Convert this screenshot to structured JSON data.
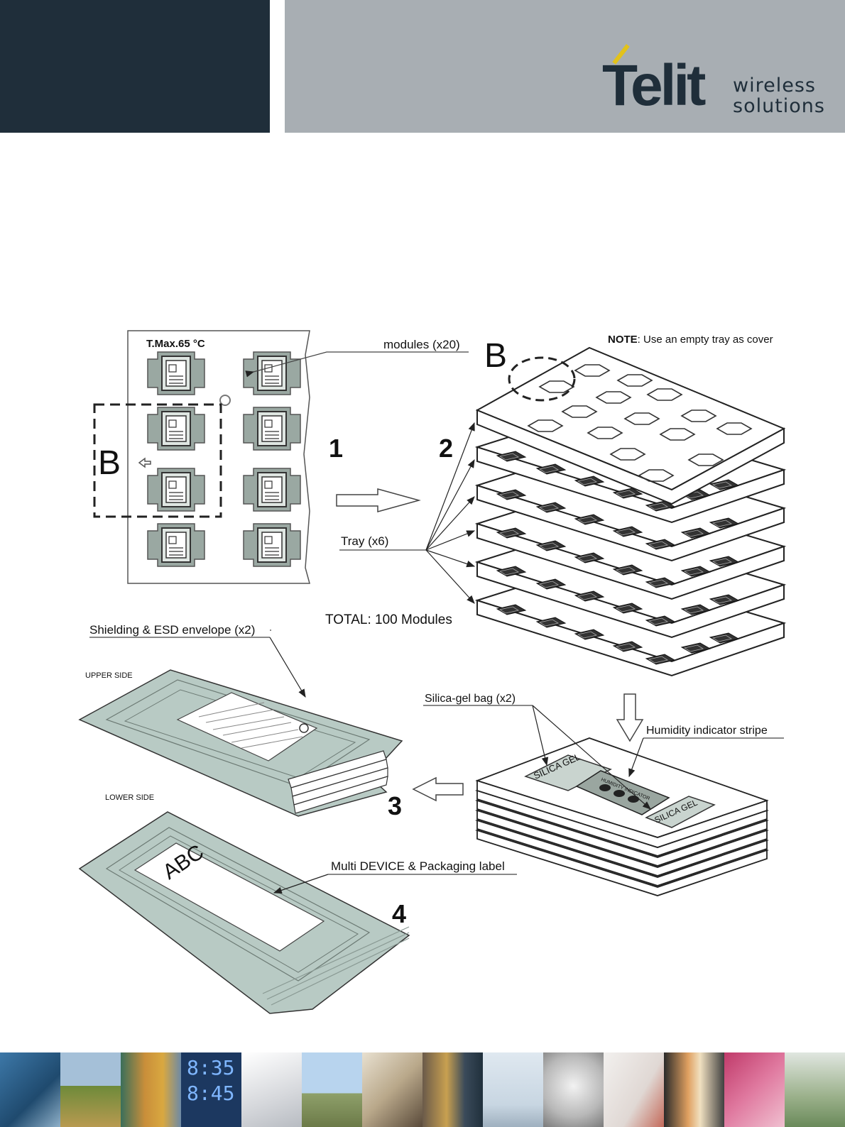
{
  "header": {
    "logo_name": "Telit",
    "logo_tagline_1": "wireless",
    "logo_tagline_2": "solutions"
  },
  "figure": {
    "tray_label": "T.Max.65 °C",
    "modules_label": "modules (x20)",
    "note_bold": "NOTE",
    "note_text": ": Use an empty tray as cover",
    "b_label_left": "B",
    "b_label_right": "B",
    "step_1": "1",
    "step_2": "2",
    "step_3": "3",
    "step_4": "4",
    "tray_count": "Tray (x6)",
    "total": "TOTAL: 100 Modules",
    "envelope": "Shielding & ESD envelope (x2)",
    "upper_side": "UPPER SIDE",
    "lower_side": "LOWER SIDE",
    "silica_bag": "Silica-gel bag (x2)",
    "humidity": "Humidity indicator stripe",
    "silica_text_1": "SILICA GEL",
    "silica_text_2": "SILICA GEL",
    "humidity_card": "HUMIDITY INDICATOR",
    "label_abc": "ABC",
    "packaging_label": "Multi DEVICE & Packaging label"
  },
  "footer": {
    "clock_1": "8:35",
    "clock_2": "8:45"
  },
  "colors": {
    "header_dark": "#1f2e3a",
    "header_grey": "#a8aeb3",
    "logo_accent": "#e2c21b",
    "envelope": "#b8cac4"
  }
}
